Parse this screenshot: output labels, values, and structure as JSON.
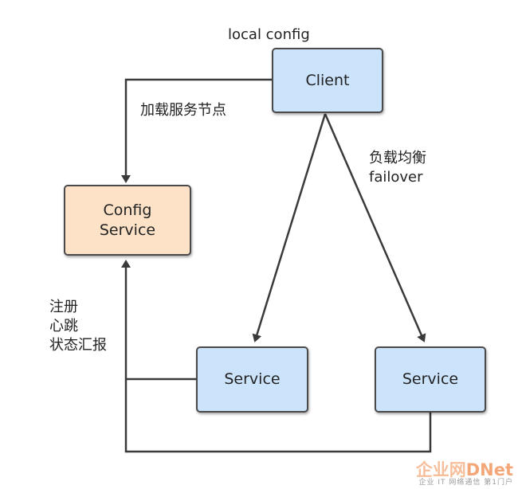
{
  "nodes": {
    "client": "Client",
    "config_service_line1": "Config",
    "config_service_line2": "Service",
    "service_1": "Service",
    "service_2": "Service"
  },
  "labels": {
    "local_config": "local config",
    "load_nodes": "加载服务节点",
    "load_balance_line1": "负载均衡",
    "load_balance_line2": "failover",
    "register_line1": "注册",
    "register_line2": "心跳",
    "register_line3": "状态汇报"
  },
  "watermark": {
    "main_prefix": "企业网",
    "main_suffix": "DNet",
    "sub": "企业 IT 网络通信 第1门户"
  },
  "colors": {
    "node_blue": "#cce4fb",
    "node_orange": "#fde2c8",
    "edge": "#3a3a3a"
  }
}
